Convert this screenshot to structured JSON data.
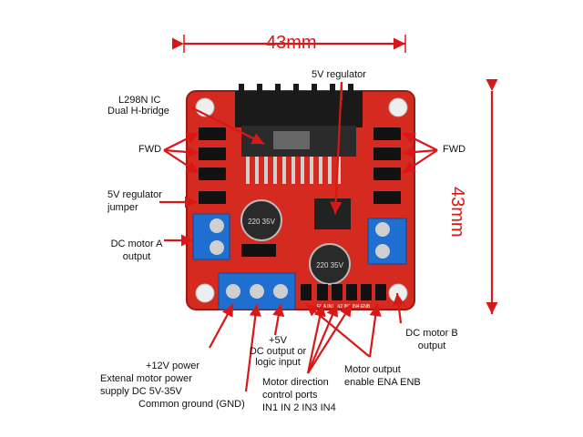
{
  "dimensions": {
    "width": "43mm",
    "height": "43mm"
  },
  "labels": {
    "l298n": "L298N IC",
    "l298n_sub": "Dual H-bridge",
    "regulator": "5V regulator",
    "fwd_left": "FWD",
    "fwd_right": "FWD",
    "reg_jumper_1": "5V regulator",
    "reg_jumper_2": "jumper",
    "motor_a_1": "DC motor A",
    "motor_a_2": "output",
    "motor_b_1": "DC motor B",
    "motor_b_2": "output",
    "p12v": "+12V power",
    "ext_1": "Extenal motor power",
    "ext_2": "supply DC 5V-35V",
    "gnd": "Common ground (GND)",
    "p5v": "+5V",
    "dcout_1": "DC output or",
    "dcout_2": "logic input",
    "dir_1": "Motor direction",
    "dir_2": "control ports",
    "dir_3": "IN1 IN 2 IN3 IN4",
    "enable_1": "Motor output",
    "enable_2": "enable ENA ENB"
  },
  "board_text": {
    "cap_left": "220 35V",
    "cap_right": "220 35V",
    "header_pins": "ENA IN1 IN2 IN3 IN4 ENB"
  },
  "colors": {
    "arrow": "#d81818",
    "board": "#d42a1f",
    "terminal": "#1e6fd0",
    "heatsink": "#1a1a1a",
    "capacitor": "#2a2a2a"
  }
}
